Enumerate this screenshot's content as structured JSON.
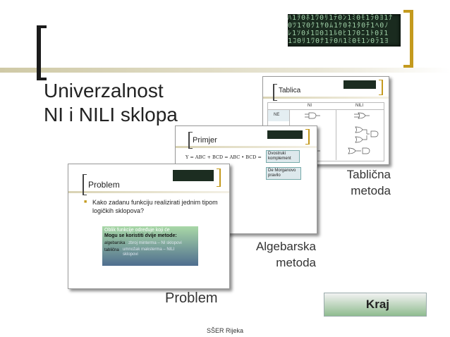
{
  "title": {
    "line1": "Univerzalnost",
    "line2": "NI i NILI sklopa"
  },
  "slides": {
    "tablica": {
      "title": "Tablica",
      "col_ni": "NI",
      "col_nili": "NILI",
      "row_ne": "NE"
    },
    "primjer": {
      "title": "Primjer",
      "equation": "Y = ABC + BCD = ABC • BCD =",
      "note1": "Dvostruki komplement",
      "note2": "De Morganovo pravilo"
    },
    "problem": {
      "title": "Problem",
      "bullet": "Kako zadanu funkciju realizirati jednim tipom logičkih sklopova?",
      "box_line1": "Oblik funkcije određuje koji će",
      "box_line2": "Mogu se koristiti dvije metode:",
      "box_line3": "algebarska",
      "box_line4": "tablična",
      "box_line5": "zbroj minterma – NI sklopovi",
      "box_line6": "umnožak maksterma – NILI sklopovi"
    }
  },
  "labels": {
    "tablicna_1": "Tablična",
    "tablicna_2": "metoda",
    "algebarska_1": "Algebarska",
    "algebarska_2": "metoda",
    "problem": "Problem"
  },
  "kraj_label": "Kraj",
  "footer": "SŠER Rijeka",
  "colors": {
    "accent_gold": "#c49a1e",
    "kraj_green": "#8fbc8f"
  }
}
